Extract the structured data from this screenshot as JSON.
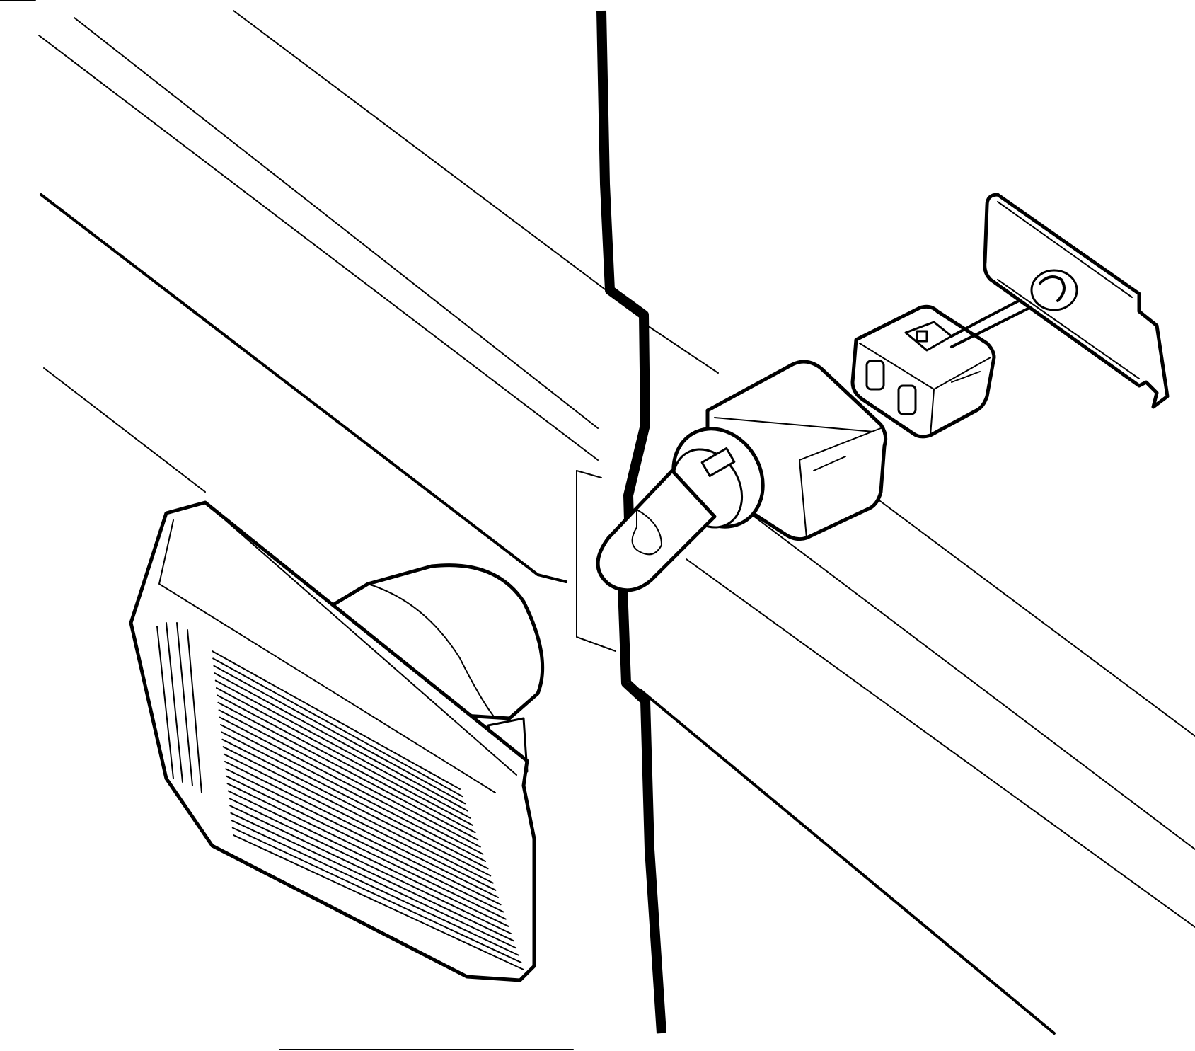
{
  "diagram": {
    "type": "technical-line-illustration",
    "colors": {
      "ink": "#000000",
      "paper": "#ffffff"
    },
    "parts": [
      "side-marker-lens",
      "bulb-socket",
      "bulb",
      "wiring-connector",
      "harness-grommet-plate",
      "body-panel"
    ]
  }
}
